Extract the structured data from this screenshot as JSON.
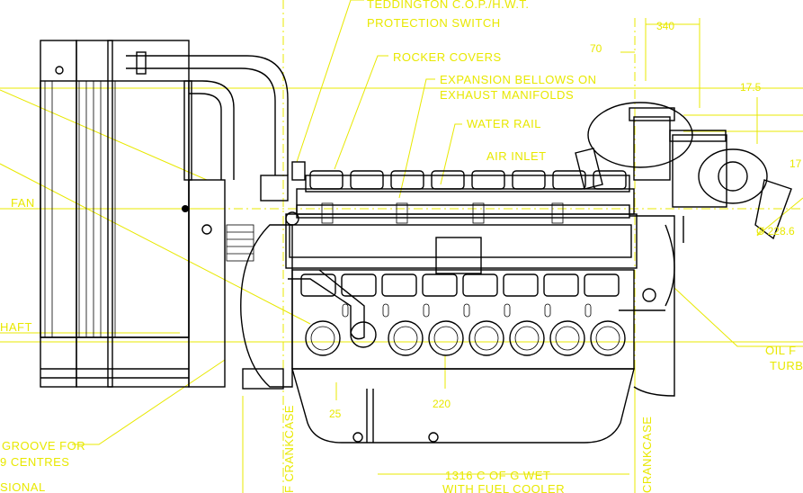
{
  "drawing": {
    "labels": {
      "teddington": "TEDDINGTON C.O.P./H.W.T.",
      "protection_switch": "PROTECTION SWITCH",
      "rocker_covers": "ROCKER COVERS",
      "expansion_bellows_1": "EXPANSION BELLOWS ON",
      "expansion_bellows_2": "EXHAUST MANIFOLDS",
      "water_rail": "WATER RAIL",
      "air_inlet": "AIR INLET",
      "fan": "FAN",
      "shaft": "HAFT",
      "groove_1": "GROOVE FOR",
      "groove_2": "9 CENTRES",
      "dimensional": "SIONAL",
      "crankcase_left": "F CRANKCASE",
      "crankcase_right": "CRANKCASE",
      "cg_wet_1": "1316  C OF G WET",
      "cg_wet_2": "WITH FUEL COOLER",
      "oil_f": "OIL F",
      "turbo": "TURBO"
    },
    "dimensions": {
      "d340": "340",
      "d70": "70",
      "d17_5": "17.5",
      "d17": "17",
      "d228_6": "Ø 228.6",
      "d25": "25",
      "d220": "220"
    },
    "colors": {
      "annotation": "#e8e800",
      "linework": "#000000",
      "background": "#ffffff"
    }
  }
}
